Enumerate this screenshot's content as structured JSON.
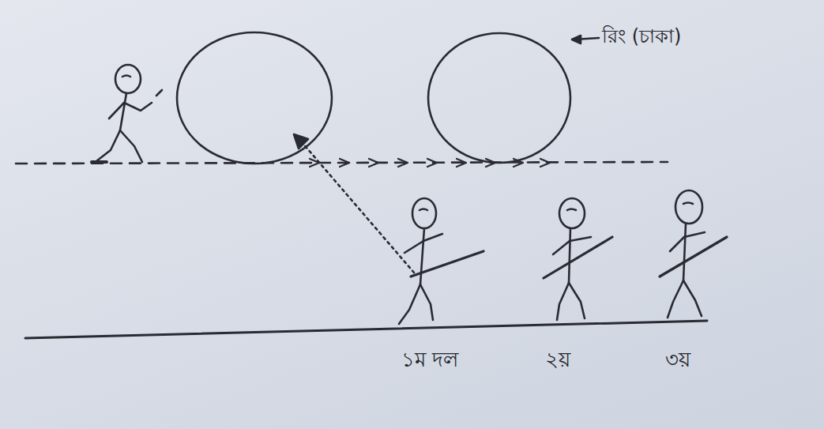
{
  "diagram": {
    "labels": [
      "রিং (চাকা)",
      "১ম দল",
      "২য়",
      "৩য়"
    ]
  }
}
